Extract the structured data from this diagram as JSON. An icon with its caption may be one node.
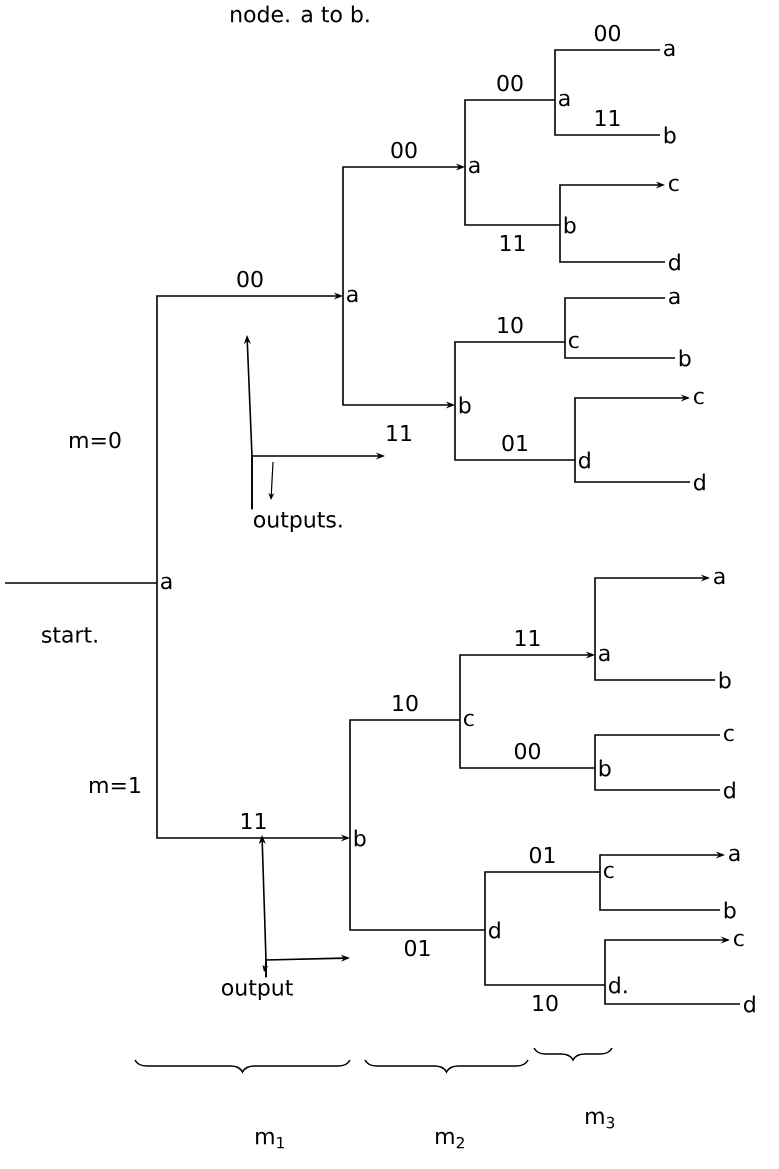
{
  "diagram": {
    "nodes": [
      {
        "text": [
          "a"
        ]
      },
      {
        "text": [
          "a"
        ]
      },
      {
        "text": [
          "b"
        ]
      },
      {
        "text": [
          "a"
        ]
      },
      {
        "text": [
          "b"
        ]
      },
      {
        "text": [
          "c"
        ]
      },
      {
        "text": [
          "d"
        ]
      },
      {
        "text": [
          "a"
        ]
      },
      {
        "text": [
          "b"
        ]
      },
      {
        "text": [
          "c"
        ]
      },
      {
        "text": [
          "d"
        ]
      },
      {
        "text": [
          "a"
        ]
      },
      {
        "text": [
          "b"
        ]
      },
      {
        "text": [
          "c"
        ]
      },
      {
        "text": [
          "d."
        ]
      },
      {
        "text": [
          "a"
        ]
      },
      {
        "text": [
          "b"
        ]
      },
      {
        "text": [
          "c"
        ]
      },
      {
        "text": [
          "d"
        ]
      },
      {
        "text": [
          "a"
        ]
      },
      {
        "text": [
          "b"
        ]
      },
      {
        "text": [
          "c"
        ]
      },
      {
        "text": [
          "d"
        ]
      },
      {
        "text": [
          "a"
        ]
      },
      {
        "text": [
          "b"
        ]
      },
      {
        "text": [
          "c"
        ]
      },
      {
        "text": [
          "d"
        ]
      },
      {
        "text": [
          "a"
        ]
      },
      {
        "text": [
          "b"
        ]
      },
      {
        "text": [
          "c"
        ]
      },
      {
        "text": [
          "d"
        ]
      },
      {
        "text": [
          "outputs."
        ]
      },
      {
        "text": [
          "output"
        ]
      }
    ],
    "edges": [
      {
        "from": null,
        "to": 0,
        "arrow": "none"
      },
      {
        "from": 0,
        "to": 1,
        "arrow": "to",
        "label": "00"
      },
      {
        "from": 0,
        "to": 2,
        "arrow": "to",
        "label": "11"
      },
      {
        "from": 1,
        "to": 3,
        "arrow": "to",
        "label": "00"
      },
      {
        "from": 1,
        "to": 4,
        "arrow": "to",
        "label": "11"
      },
      {
        "from": 2,
        "to": 5,
        "arrow": "none",
        "label": "10"
      },
      {
        "from": 2,
        "to": 6,
        "arrow": "none",
        "label": "01"
      },
      {
        "from": 3,
        "to": 7,
        "arrow": "none",
        "label": "00"
      },
      {
        "from": 3,
        "to": 8,
        "arrow": "none",
        "label": "11"
      },
      {
        "from": 4,
        "to": 9,
        "arrow": "none",
        "label": "10"
      },
      {
        "from": 4,
        "to": 10,
        "arrow": "none",
        "label": "01"
      },
      {
        "from": 5,
        "to": 11,
        "arrow": "to",
        "label": "11"
      },
      {
        "from": 5,
        "to": 12,
        "arrow": "none",
        "label": "00"
      },
      {
        "from": 6,
        "to": 13,
        "arrow": "none",
        "label": "01"
      },
      {
        "from": 6,
        "to": 14,
        "arrow": "none",
        "label": "10"
      },
      {
        "from": 7,
        "to": 15,
        "arrow": "none",
        "label": "00"
      },
      {
        "from": 7,
        "to": 16,
        "arrow": "none",
        "label": "11"
      },
      {
        "from": 8,
        "to": 17,
        "arrow": "to"
      },
      {
        "from": 8,
        "to": 18,
        "arrow": "none"
      },
      {
        "from": 9,
        "to": 19,
        "arrow": "none"
      },
      {
        "from": 9,
        "to": 20,
        "arrow": "none"
      },
      {
        "from": 10,
        "to": 21,
        "arrow": "to"
      },
      {
        "from": 10,
        "to": 22,
        "arrow": "none"
      },
      {
        "from": 11,
        "to": 23,
        "arrow": "to"
      },
      {
        "from": 11,
        "to": 24,
        "arrow": "none"
      },
      {
        "from": 12,
        "to": 25,
        "arrow": "none"
      },
      {
        "from": 12,
        "to": 26,
        "arrow": "none"
      },
      {
        "from": 13,
        "to": 27,
        "arrow": "to"
      },
      {
        "from": 13,
        "to": 28,
        "arrow": "none"
      },
      {
        "from": 14,
        "to": 29,
        "arrow": "to"
      },
      {
        "from": 14,
        "to": 30,
        "arrow": "none"
      },
      {
        "from": 31,
        "to": null,
        "arrow": "to"
      },
      {
        "from": 31,
        "to": null,
        "arrow": "to"
      },
      {
        "from": 32,
        "to": null,
        "arrow": "to"
      },
      {
        "from": 32,
        "to": null,
        "arrow": "to"
      }
    ],
    "labels": [
      "node. a to b.",
      "m=0",
      "start.",
      "m=1",
      "m$_{1}$",
      "m$_{2}$",
      "m$_{3}$"
    ]
  }
}
